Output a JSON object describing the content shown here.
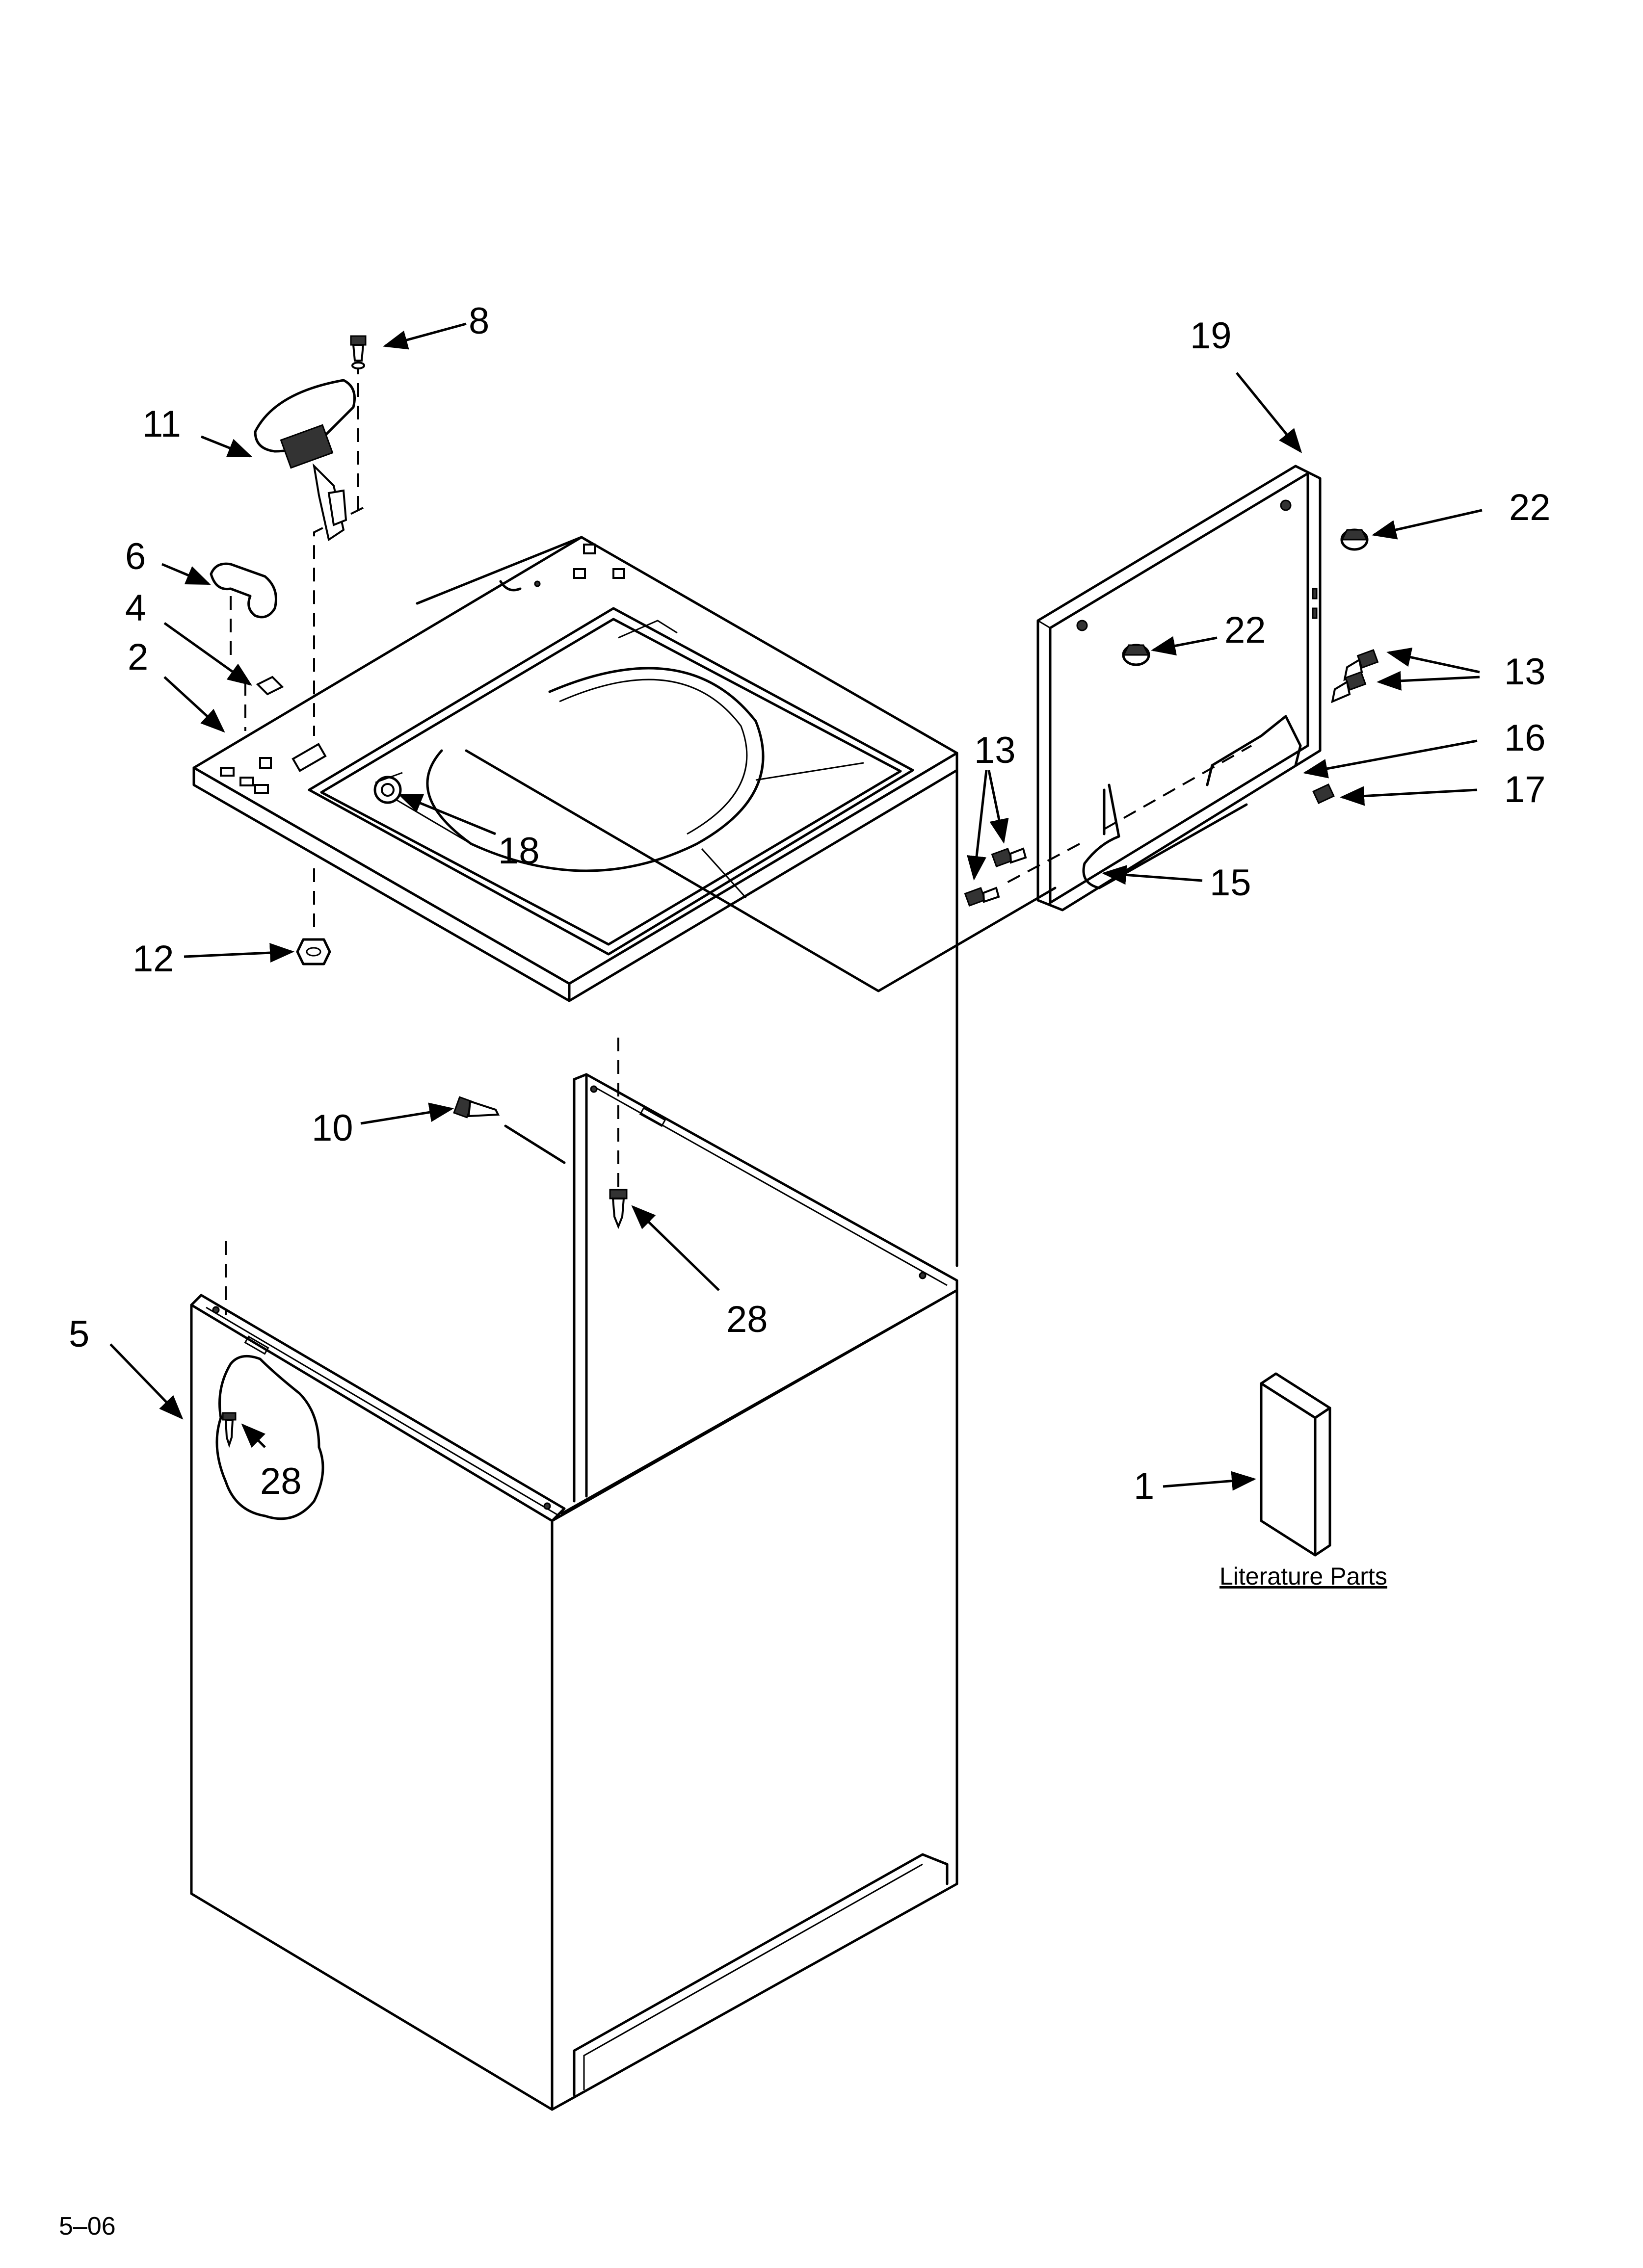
{
  "labels": {
    "l8": "8",
    "l11": "11",
    "l6": "6",
    "l4": "4",
    "l2": "2",
    "l18": "18",
    "l12": "12",
    "l10": "10",
    "l28a": "28",
    "l28b": "28",
    "l5": "5",
    "l19": "19",
    "l22a": "22",
    "l22b": "22",
    "l13a": "13",
    "l13b": "13",
    "l16": "16",
    "l17": "17",
    "l15": "15",
    "l1": "1"
  },
  "literature_caption": "Literature Parts",
  "footer_code": "5–06"
}
